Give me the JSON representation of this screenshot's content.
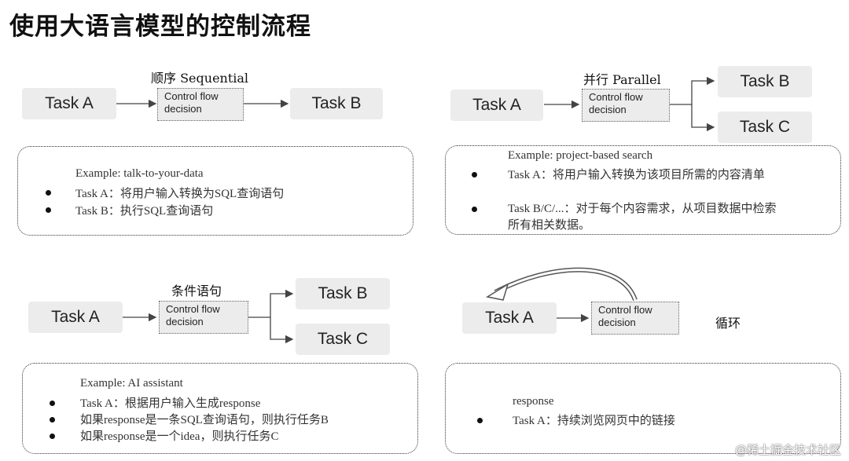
{
  "title": "使用大语言模型的控制流程",
  "cf_line1": "Control flow",
  "cf_line2": "decision",
  "task_a": "Task A",
  "task_b": "Task B",
  "task_c": "Task C",
  "sequential": {
    "label": "顺序 Sequential",
    "example": "Example: talk-to-your-data",
    "items": [
      "Task A：将用户输入转换为SQL查询语句",
      "Task B：执行SQL查询语句"
    ]
  },
  "parallel": {
    "label": "并行 Parallel",
    "example": "Example: project-based search",
    "items": [
      "Task A：将用户输入转换为该项目所需的内容清单",
      "Task B/C/...：对于每个内容需求，从项目数据中检索",
      "所有相关数据。"
    ]
  },
  "conditional": {
    "label": "条件语句",
    "example": "Example: AI assistant",
    "items": [
      "Task A：根据用户输入生成response",
      "如果response是一条SQL查询语句，则执行任务B",
      "如果response是一个idea，则执行任务C"
    ]
  },
  "loop": {
    "label": "循环",
    "example": "response",
    "items": [
      "Task A：持续浏览网页中的链接"
    ]
  },
  "watermark": "@稀土掘金技术社区"
}
